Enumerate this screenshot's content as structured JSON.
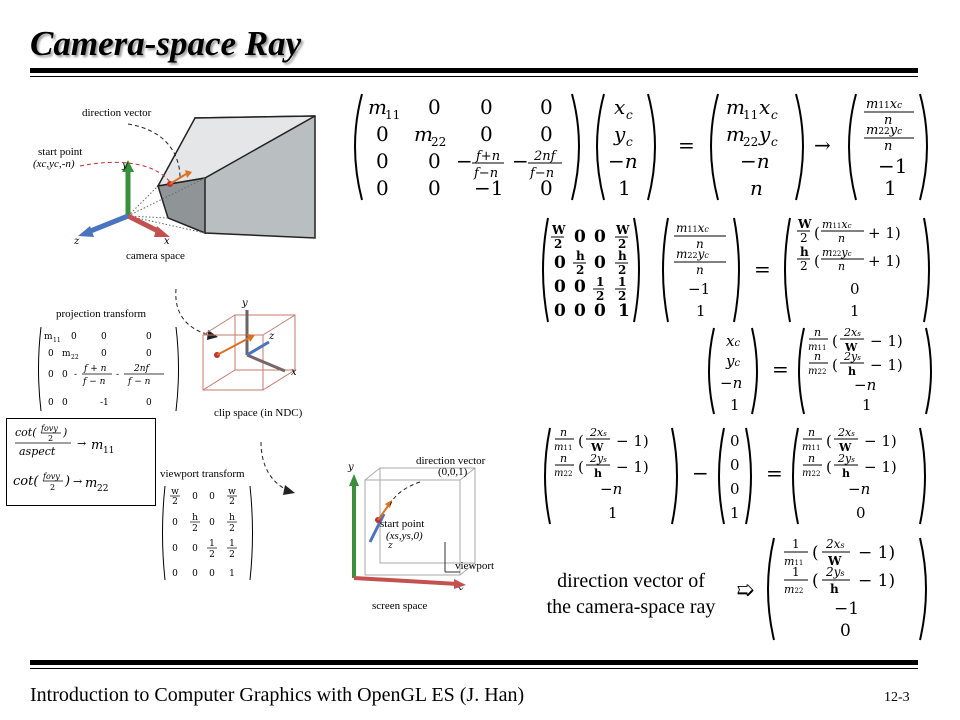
{
  "slide": {
    "title": "Camera-space Ray",
    "footer": "Introduction to Computer Graphics with OpenGL ES (J. Han)",
    "page_number": "12-3"
  },
  "left_figure": {
    "direction_vector_label": "direction vector",
    "start_point_label": "start point",
    "start_point_coords": "(xc,yc,-n)",
    "camera_space_label": "camera space",
    "axis_y": "y",
    "axis_z": "z",
    "axis_x": "x",
    "projection_transform_label": "projection transform",
    "clip_space_label": "clip space (in NDC)",
    "viewport_transform_label": "viewport transform",
    "screen_direction_vector_label": "direction vector",
    "screen_direction_coords": "(0,0,1)",
    "screen_start_point_label": "start point",
    "screen_start_coords": "(xs,ys,0)",
    "viewport_label": "viewport",
    "screen_space_label": "screen space"
  },
  "boxed_formulas": {
    "m11": "cot(fovy/2) / aspect → m11",
    "m22": "cot(fovy/2) → m22"
  },
  "caption": {
    "line1": "direction vector of",
    "line2": "the camera-space ray",
    "arrow": "➯"
  }
}
